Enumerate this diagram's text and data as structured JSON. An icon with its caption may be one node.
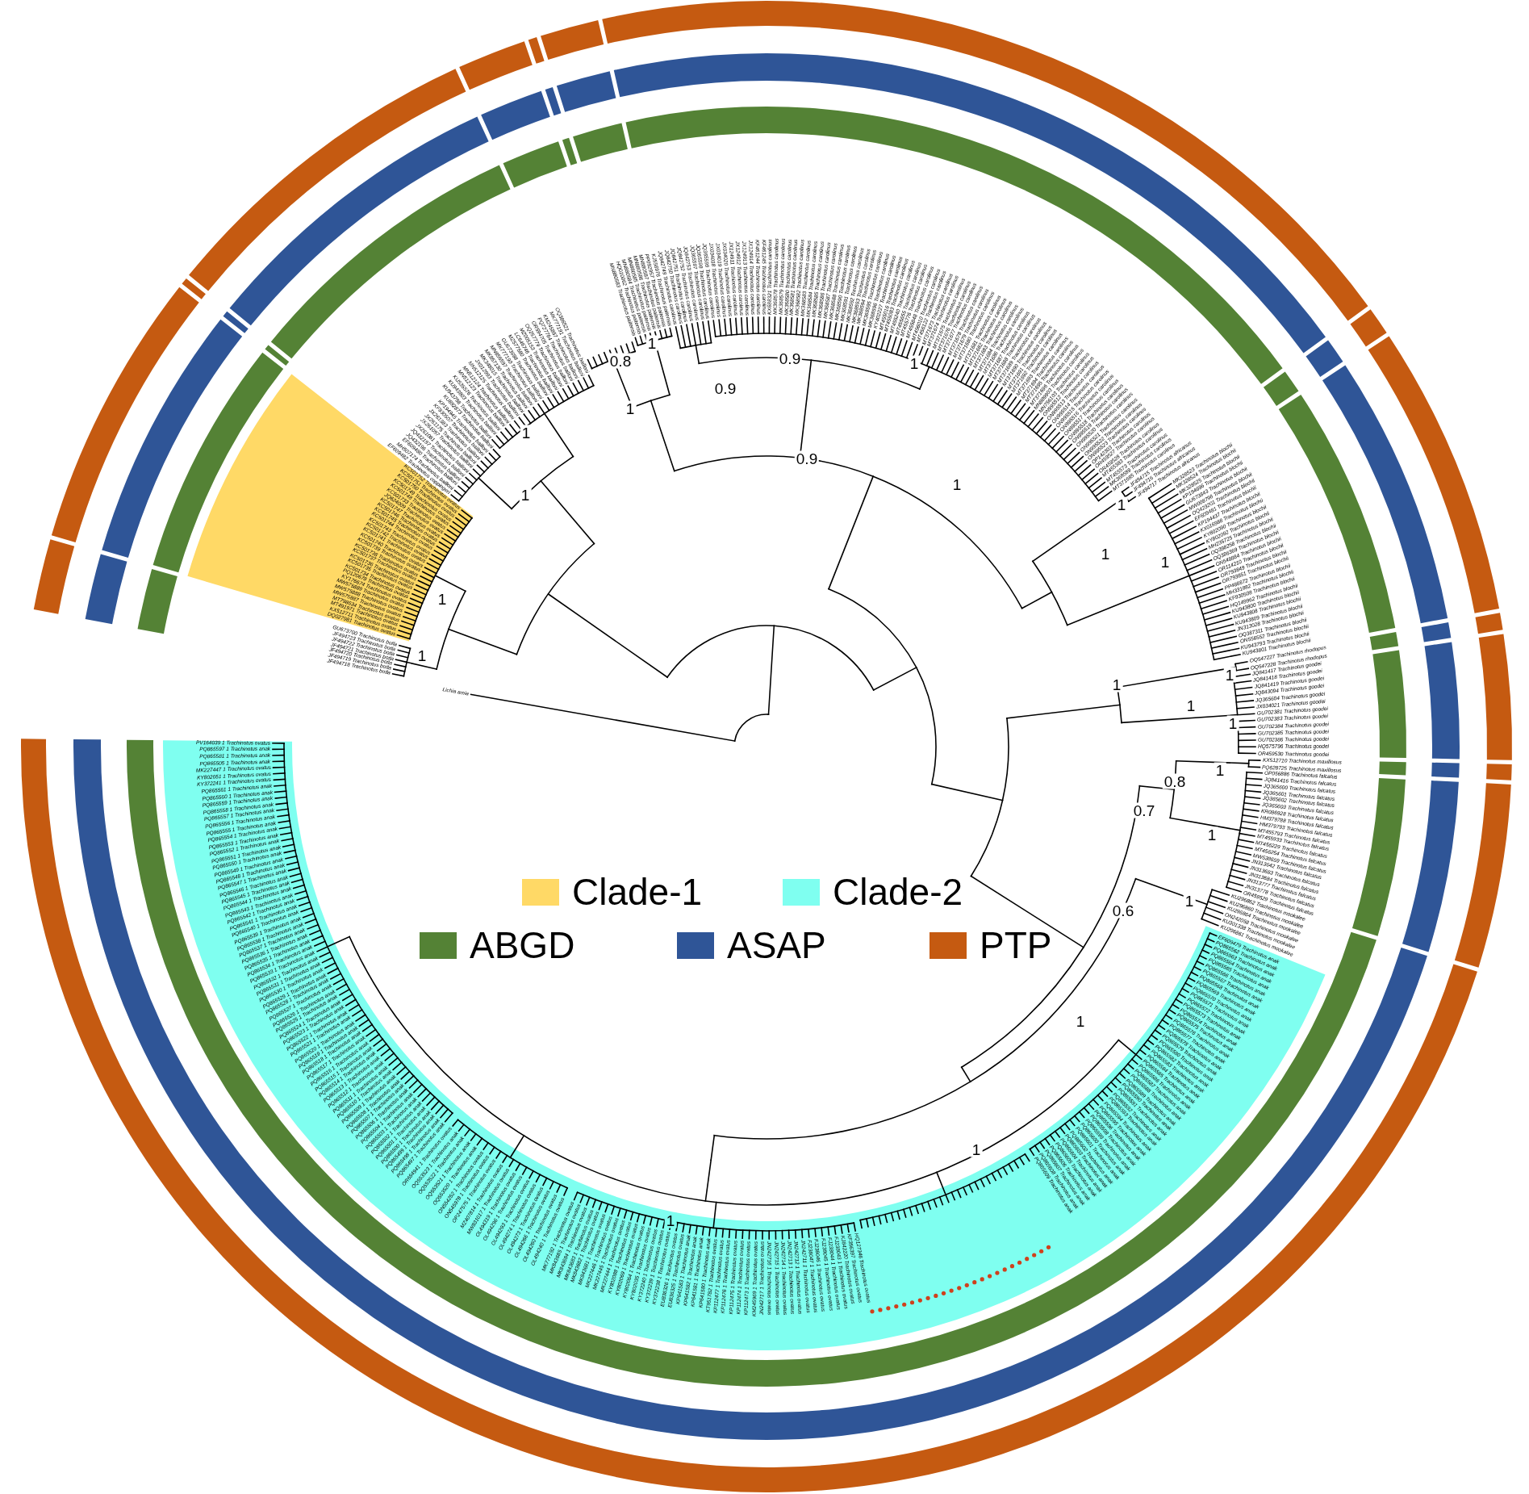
{
  "diagram": {
    "labels": [
      "0.8",
      "1",
      "0.9",
      "1",
      "0.9",
      "1",
      "1",
      "0.9",
      "1",
      "1",
      "1",
      "1",
      "1",
      "1",
      "1",
      "1",
      "1",
      "1",
      "1",
      "0.8",
      "1",
      "0.7",
      "1",
      "0.6",
      "1",
      "1",
      "1",
      "1",
      "Lichia amia",
      "JF494718 Trachinotus botla",
      "JF494719 Trachinotus botla",
      "JF494720 Trachinotus botla",
      "JF494721 Trachinotus botla",
      "JF494722 Trachinotus botla",
      "JF494723 Trachinotus botla",
      "GU673700 Trachinotus botla",
      "DQ027981 Trachinotus ovatus",
      "KX512711 Trachinotus ovatus",
      "MT491971 Trachinotus ovatus",
      "MT798634 Trachinotus ovatus",
      "MW575887 Trachinotus ovatus",
      "MW575888 Trachinotus ovatus",
      "MW575889 Trachinotus ovatus",
      "KY176674 Trachinotus ovatus",
      "PQ120678 Trachinotus ovatus",
      "KC501734 Trachinotus ovatus",
      "KC501735 Trachinotus ovatus",
      "KC501736 Trachinotus ovatus",
      "KC501737 Trachinotus ovatus",
      "KC501738 Trachinotus ovatus",
      "KC501739 Trachinotus ovatus",
      "KC501740 Trachinotus ovatus",
      "KC501741 Trachinotus ovatus",
      "KC501742 Trachinotus ovatus",
      "KC501743 Trachinotus ovatus",
      "KC501744 Trachinotus ovatus",
      "KC501745 Trachinotus ovatus",
      "KC501746 Trachinotus ovatus",
      "KC501747 Trachinotus ovatus",
      "JQ624009 Trachinotus ovatus",
      "KC501733 Trachinotus ovatus",
      "KC501748 Trachinotus ovatus",
      "KC501749 Trachinotus ovatus",
      "KC501750 Trachinotus ovatus",
      "KC501751 Trachinotus ovatus",
      "KC501752 Trachinotus ovatus",
      "EF609482 Trachinotus coppingeri",
      "MH507174 Trachinotus bailloni",
      "EF609480 Trachinotus bailloni",
      "JQ432196 Trachinotus bailloni",
      "JQ432197 Trachinotus bailloni",
      "JX261081 Trachinotus bailloni",
      "JX261097 Trachinotus bailloni",
      "JX261175 Trachinotus bailloni",
      "JX261383 Trachinotus bailloni",
      "KF930507 Trachinotus bailloni",
      "KP194945 Trachinotus bailloni",
      "KU892873 Trachinotus bailloni",
      "KU943798 Trachinotus bailloni",
      "KU943803 Trachinotus bailloni",
      "KU535576 Trachinotus bailloni",
      "MN512123 Trachinotus bailloni",
      "MN512124 Trachinotus bailloni",
      "MN512125 Trachinotus bailloni",
      "JX012993 Trachinotus bailloni",
      "MK348015 Trachinotus bailloni",
      "MK857130 Trachinotus bailloni",
      "MN656597 Trachinotus bailloni",
      "MK777190 Trachinotus bailloni",
      "GU673698 Trachinotus bailloni",
      "MZ577580 Trachinotus bailloni",
      "LC646746 Trachinotus bailloni",
      "MZ005153 Trachinotus bailloni",
      "OQ257779 Trachinotus bailloni",
      "OR594705 Trachinotus bailloni",
      "PQ727764 Trachinotus bailloni",
      "KM245867 Trachinotus bailloni",
      "MK777191 Trachinotus bailloni",
      "OQ386521 Trachinotus bailloni",
      "MN880583 Trachinotus paitensis",
      "HQ010062 Trachinotus paitensis",
      "MN880584 Trachinotus paitensis",
      "MN880585 Trachinotus paitensis",
      "MN880586 Trachinotus paitensis",
      "MN880587 Trachinotus paitensis",
      "PP092957 Trachinotus paitensis",
      "KJ556976 Trachinotus paitensis",
      "JQ842749 Trachinotus carolinus",
      "JQ842750 Trachinotus carolinus",
      "JQ842751 Trachinotus carolinus",
      "JQ842752 Trachinotus carolinus",
      "JQ842753 Trachinotus carolinus",
      "JQ365597 Trachinotus carolinus",
      "JQ365598 Trachinotus carolinus",
      "JQ365599 Trachinotus carolinus",
      "JX034018 Trachinotus carolinus",
      "JX034019 Trachinotus carolinus",
      "JX034020 Trachinotus carolinus",
      "JX124911 Trachinotus carolinus",
      "JX124912 Trachinotus carolinus",
      "JX124913 Trachinotus carolinus",
      "JX124914 Trachinotus carolinus",
      "KF461244 Trachinotus carolinus",
      "KF461245 Trachinotus carolinus",
      "KX688321 Trachinotus carolinus",
      "MK368578 Trachinotus carolinus",
      "MK368579 Trachinotus carolinus",
      "MK368580 Trachinotus carolinus",
      "MK368581 Trachinotus carolinus",
      "MK368582 Trachinotus carolinus",
      "MK368583 Trachinotus carolinus",
      "MK368584 Trachinotus carolinus",
      "MK368585 Trachinotus carolinus",
      "MK368586 Trachinotus carolinus",
      "MK368587 Trachinotus carolinus",
      "MK368588 Trachinotus carolinus",
      "MK368590 Trachinotus carolinus",
      "MK368591 Trachinotus carolinus",
      "MK368592 Trachinotus carolinus",
      "MK368593 Trachinotus carolinus",
      "MK368594 Trachinotus carolinus",
      "MK368595 Trachinotus carolinus",
      "MK368596 Trachinotus carolinus",
      "KY402227 Trachinotus carolinus",
      "MT455016 Trachinotus carolinus",
      "MT455083 Trachinotus carolinus",
      "MT455240 Trachinotus carolinus",
      "MT455655 Trachinotus carolinus",
      "MT455776 Trachinotus carolinus",
      "MT455848 Trachinotus carolinus",
      "MT456010 Trachinotus carolinus",
      "MT456122 Trachinotus carolinus",
      "MT371673 Trachinotus carolinus",
      "MT371674 Trachinotus carolinus",
      "MT371675 Trachinotus carolinus",
      "MT371676 Trachinotus carolinus",
      "MT371677 Trachinotus carolinus",
      "MT371678 Trachinotus carolinus",
      "MT371679 Trachinotus carolinus",
      "MT371680 Trachinotus carolinus",
      "MT371681 Trachinotus carolinus",
      "MT371682 Trachinotus carolinus",
      "MT371683 Trachinotus carolinus",
      "MT371684 Trachinotus carolinus",
      "MT371686 Trachinotus carolinus",
      "MT371687 Trachinotus carolinus",
      "MT371688 Trachinotus carolinus",
      "MT371689 Trachinotus carolinus",
      "MT371690 Trachinotus carolinus",
      "MT371691 Trachinotus carolinus",
      "MT371692 Trachinotus carolinus",
      "MT371693 Trachinotus carolinus",
      "MT371694 Trachinotus carolinus",
      "MT371695 Trachinotus carolinus",
      "MT371696 Trachinotus carolinus",
      "MN889903 Trachinotus carolinus",
      "MN756103 Trachinotus carolinus",
      "ON995512 Trachinotus carolinus",
      "ON995513 Trachinotus carolinus",
      "ON995514 Trachinotus carolinus",
      "ON995515 Trachinotus carolinus",
      "ON995516 Trachinotus carolinus",
      "ON995517 Trachinotus carolinus",
      "ON995518 Trachinotus carolinus",
      "ON995519 Trachinotus carolinus",
      "ON995520 Trachinotus carolinus",
      "ON995521 Trachinotus carolinus",
      "ON995522 Trachinotus carolinus",
      "ON995523 Trachinotus carolinus",
      "OP142303 Trachinotus carolinus",
      "OR459527 Trachinotus carolinus",
      "OR459528 Trachinotus carolinus",
      "MT455383 Trachinotus carolinus",
      "MT455573 Trachinotus carolinus",
      "MK368589 Trachinotus carolinus",
      "MT371685 Trachinotus carolinus",
      "JF494715 Trachinotus africanus",
      "JF494716 Trachinotus africanus",
      "JF494717 Trachinotus africanus",
      "MK328523 Trachinotus blochii",
      "MK328524 Trachinotus blochii",
      "MK328525 Trachinotus blochii",
      "KP194696 Trachinotus blochii",
      "GU673843 Trachinotus blochii",
      "MW008796 Trachinotus blochii",
      "OQ423201 Trachinotus blochii",
      "EF609481 Trachinotus blochii",
      "KP194437 Trachinotus blochii",
      "KX016988 Trachinotus blochii",
      "KY802090 Trachinotus blochii",
      "KY802092 Trachinotus blochii",
      "MH235725 Trachinotus blochii",
      "OQ398258 Trachinotus blochii",
      "OQ386369 Trachinotus blochii",
      "ON548884 Trachinotus blochii",
      "OR114210 Trachinotus blochii",
      "OR793849 Trachinotus blochii",
      "OR793851 Trachinotus blochii",
      "PP488872 Trachinotus blochii",
      "MH331882 Trachinotus blochii",
      "KF930508 Trachinotus blochii",
      "HQ149962 Trachinotus blochii",
      "KU943800 Trachinotus blochii",
      "KU943808 Trachinotus blochii",
      "KU943809 Trachinotus blochii",
      "JN313028 Trachinotus blochii",
      "OQ387311 Trachinotus blochii",
      "ON556552 Trachinotus blochii",
      "KU943793 Trachinotus blochii",
      "KU943801 Trachinotus blochii",
      "OQ547227 Trachinotus rhodopus",
      "OQ547228 Trachinotus rhodopus",
      "JQ841417 Trachinotus goodei",
      "JQ841418 Trachinotus goodei",
      "JQ841419 Trachinotus goodei",
      "JQ843094 Trachinotus goodei",
      "JQ365604 Trachinotus goodei",
      "JX034021 Trachinotus goodei",
      "GU702381 Trachinotus goodei",
      "GU702383 Trachinotus goodei",
      "GU702384 Trachinotus goodei",
      "GU702385 Trachinotus goodei",
      "GU702386 Trachinotus goodei",
      "HQ575796 Trachinotus goodei",
      "OR459530 Trachinotus goodei",
      "KX512710 Trachinotus maxillosus",
      "PQ628725 Trachinotus maxillosus",
      "OP056886 Trachinotus falcatus",
      "JQ841416 Trachinotus falcatus",
      "JQ365600 Trachinotus falcatus",
      "JQ365601 Trachinotus falcatus",
      "JQ365602 Trachinotus falcatus",
      "JQ365603 Trachinotus falcatus",
      "KR086928 Trachinotus falcatus",
      "HM379788 Trachinotus falcatus",
      "HM379793 Trachinotus falcatus",
      "MT455793 Trachinotus falcatus",
      "MT455933 Trachinotus falcatus",
      "MT456229 Trachinotus falcatus",
      "MT456254 Trachinotus falcatus",
      "MW538659 Trachinotus falcatus",
      "JN313642 Trachinotus falcatus",
      "JN313683 Trachinotus falcatus",
      "JN313684 Trachinotus falcatus",
      "JN313777 Trachinotus falcatus",
      "JN313778 Trachinotus falcatus",
      "OR459529 Trachinotus falcatus",
      "KU296862 Trachinotus mookalee",
      "KU296860 Trachinotus mookalee",
      "KU296864 Trachinotus mookalee",
      "ON242058 Trachinotus mookalee",
      "KU301338 Trachinotus mookalee",
      "KU296861 Trachinotus mookalee",
      "PQ865497 1 Trachinotus anak",
      "PQ865498 1 Trachinotus anak",
      "PQ865499 1 Trachinotus anak",
      "PQ865500 1 Trachinotus anak",
      "PQ865501 1 Trachinotus anak",
      "PQ865502 1 Trachinotus anak",
      "PQ865503 1 Trachinotus anak",
      "PQ865504 1 Trachinotus anak",
      "PQ865506 1 Trachinotus anak",
      "PQ865507 1 Trachinotus anak",
      "PQ865508 1 Trachinotus anak",
      "PQ865509 1 Trachinotus anak",
      "PQ865510 1 Trachinotus anak",
      "PQ865511 1 Trachinotus anak",
      "PQ865512 1 Trachinotus anak",
      "PQ865513 1 Trachinotus anak",
      "PQ865514 1 Trachinotus anak",
      "PQ865515 1 Trachinotus anak",
      "PQ865516 1 Trachinotus anak",
      "PQ865517 1 Trachinotus anak",
      "PQ865518 1 Trachinotus anak",
      "PQ865519 1 Trachinotus anak",
      "PQ865520 1 Trachinotus anak",
      "PQ865521 1 Trachinotus anak",
      "PQ865522 1 Trachinotus anak",
      "PQ865523 1 Trachinotus anak",
      "PQ865524 1 Trachinotus anak",
      "PQ865525 1 Trachinotus anak",
      "PQ865526 1 Trachinotus anak",
      "PQ865527 1 Trachinotus anak",
      "PQ865528 1 Trachinotus anak",
      "PQ865529 1 Trachinotus anak",
      "PQ865530 1 Trachinotus anak",
      "PQ865531 1 Trachinotus anak",
      "PQ865532 1 Trachinotus anak",
      "PQ865533 1 Trachinotus anak",
      "PQ865534 1 Trachinotus anak",
      "PQ865535 1 Trachinotus anak",
      "PQ865536 1 Trachinotus anak",
      "PQ865537 1 Trachinotus anak",
      "PQ865538 1 Trachinotus anak",
      "PQ865539 1 Trachinotus anak",
      "PQ865540 1 Trachinotus anak",
      "PQ865541 1 Trachinotus anak",
      "PQ865542 1 Trachinotus anak",
      "PQ865543 1 Trachinotus anak",
      "PQ865544 1 Trachinotus anak",
      "PQ865545 1 Trachinotus anak",
      "PQ865546 1 Trachinotus anak",
      "PQ865547 1 Trachinotus anak",
      "PQ865548 1 Trachinotus anak",
      "PQ865549 1 Trachinotus anak",
      "PQ865550 1 Trachinotus anak",
      "PQ865551 1 Trachinotus anak",
      "PQ865552 1 Trachinotus anak",
      "PQ865553 1 Trachinotus anak",
      "PQ865554 1 Trachinotus anak",
      "PQ865555 1 Trachinotus anak",
      "PQ865556 1 Trachinotus anak",
      "PQ865557 1 Trachinotus anak",
      "PQ865558 1 Trachinotus anak",
      "PQ865559 1 Trachinotus anak",
      "PQ865560 1 Trachinotus anak",
      "PQ865561 1 Trachinotus anak",
      "KY372241 1 Trachinotus ovatus",
      "KY802051 1 Trachinotus ovatus",
      "MK227447 1 Trachinotus ovatus",
      "PQ865505 1 Trachinotus anak",
      "PQ865581 1 Trachinotus anak",
      "PQ865597 1 Trachinotus anak",
      "PV164039 1 Trachinotus ovatus",
      "OR654941 1 Trachinotus ovatus",
      "OQ553523 1 Trachinotus anak",
      "OQ553522 1 Trachinotus anak",
      "OQ553521 1 Trachinotus anak",
      "OQ553520 1 Trachinotus anak",
      "ON554252 1 Trachinotus ovatus",
      "ON545978 1 Trachinotus ovatus",
      "OP247575 1 Trachinotus ovatus",
      "MZ407814 1 Trachinotus ovatus",
      "MW831017 1 Trachinotus ovatus",
      "OL494319 1 Trachinotus ovatus",
      "OL494296 1 Trachinotus ovatus",
      "OL494293 1 Trachinotus ovatus",
      "OL494274 1 Trachinotus ovatus",
      "OL494273 1 Trachinotus ovatus",
      "OL494266 1 Trachinotus ovatus",
      "OL494260 1 Trachinotus ovatus",
      "OL494240 1 Trachinotus ovatus",
      "MK777192 1 Trachinotus ovatus",
      "MK843685 1 Trachinotus ovatus",
      "MK843684 1 Trachinotus ovatus",
      "MK843683 1 Trachinotus ovatus",
      "MK843682 1 Trachinotus ovatus",
      "MK843681 1 Trachinotus ovatus",
      "MK227446 1 Trachinotus ovatus",
      "MK227445 1 Trachinotus ovatus",
      "MK227444 1 Trachinotus ovatus",
      "KY802088 1 Trachinotus ovatus",
      "KY802069 1 Trachinotus ovatus",
      "KY802064 1 Trachinotus ovatus",
      "KY802035 1 Trachinotus ovatus",
      "KY372240 1 Trachinotus ovatus",
      "KY372239 1 Trachinotus ovatus",
      "KY372238 1 Trachinotus ovatus",
      "EU836326 1 Trachinotus ovatus",
      "EU836325 1 Trachinotus ovatus",
      "KP641583 1 Trachinotus anak",
      "KP641582 1 Trachinotus anak",
      "KP641581 1 Trachinotus anak",
      "KP641580 1 Trachinotus anak",
      "KT951782 1 Trachinotus ovatus",
      "KP112477 1 Trachinotus ovatus",
      "KP112476 1 Trachinotus ovatus",
      "KP112475 1 Trachinotus ovatus",
      "KP112474 1 Trachinotus ovatus",
      "KP112473 1 Trachinotus ovatus",
      "KM245969 1 Trachinotus ovatus",
      "JN242717 1 Trachinotus ovatus",
      "JN242716 1 Trachinotus ovatus",
      "JN242715 1 Trachinotus ovatus",
      "JN242714 1 Trachinotus ovatus",
      "JN242713 1 Trachinotus ovatus",
      "JN242712 1 Trachinotus ovatus",
      "JN242711 1 Trachinotus ovatus",
      "FJ238047 1 Trachinotus ovatus",
      "FJ238046 1 Trachinotus ovatus",
      "FJ238045 1 Trachinotus ovatus",
      "FJ238044 1 Trachinotus ovatus",
      "FJ238043 1 Trachinotus ovatus",
      "KJ842220 Trachinotus ovatus",
      "KF356397 Trachinotus ovatus",
      "HQ127346 Trachinotus ovatus",
      "EF609479 Trachinotus anak",
      "PQ865562 Trachinotus anak",
      "PQ865563 Trachinotus anak",
      "PQ865564 Trachinotus anak",
      "PQ865565 Trachinotus anak",
      "PQ865566 Trachinotus anak",
      "PQ865567 Trachinotus anak",
      "PQ865568 Trachinotus anak",
      "PQ865569 Trachinotus anak",
      "PQ865570 Trachinotus anak",
      "PQ865571 Trachinotus anak",
      "PQ865572 Trachinotus anak",
      "PQ865573 Trachinotus anak",
      "PQ865574 Trachinotus anak",
      "PQ865575 Trachinotus anak",
      "PQ865576 Trachinotus anak",
      "PQ865577 Trachinotus anak",
      "PQ865578 Trachinotus anak",
      "PQ865579 Trachinotus anak",
      "PQ865580 Trachinotus anak",
      "PQ865582 Trachinotus anak",
      "PQ865583 Trachinotus anak",
      "PQ865584 Trachinotus anak",
      "PQ865585 Trachinotus anak",
      "PQ865586 Trachinotus anak",
      "PQ865587 Trachinotus anak",
      "PQ865588 Trachinotus anak",
      "PQ865589 Trachinotus anak",
      "PQ865590 Trachinotus anak",
      "PQ865591 Trachinotus anak",
      "PQ865592 Trachinotus anak",
      "PQ865593 Trachinotus anak",
      "PQ865594 Trachinotus anak",
      "PQ865595 Trachinotus anak",
      "PQ865596 Trachinotus anak",
      "PQ865598 Trachinotus anak",
      "PQ865599 Trachinotus anak",
      "PQ865600 Trachinotus anak",
      "PQ865601 Trachinotus anak",
      "PQ865602 Trachinotus anak",
      "PQ865603 Trachinotus anak",
      "PQ865604 Trachinotus anak",
      "PQ865605 Trachinotus anak",
      "PQ865606 Trachinotus anak",
      "PQ865607 Trachinotus anak",
      "PQ865608 Trachinotus anak",
      "PQ865609 Trachinotus anak"
    ],
    "legend": [
      {
        "text": "Clade-1",
        "color": "#ffd966"
      },
      {
        "text": "Clade-2",
        "color": "#7ffff0"
      },
      {
        "text": "ABGD",
        "color": "#548235"
      },
      {
        "text": "ASAP",
        "color": "#2f5597"
      },
      {
        "text": "PTP",
        "color": "#c55a11"
      }
    ]
  }
}
